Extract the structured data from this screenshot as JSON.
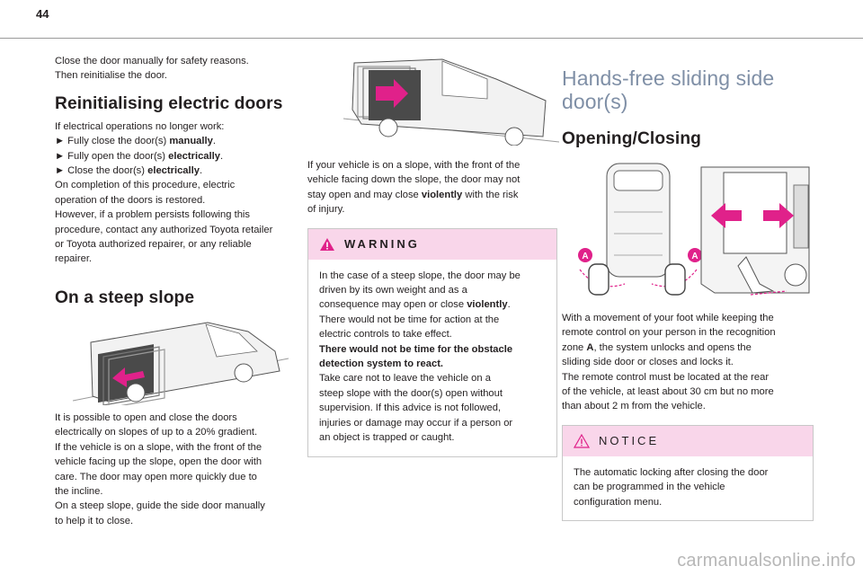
{
  "page_number": "44",
  "col1": {
    "intro": [
      "Close the door manually for safety reasons.",
      "Then reinitialise the door."
    ],
    "reinit_title": "Reinitialising electric doors",
    "reinit_lead": "If electrical operations no longer work:",
    "steps": [
      {
        "prefix": "► Fully close the door(s) ",
        "bold": "manually",
        "suffix": "."
      },
      {
        "prefix": "► Fully open the door(s) ",
        "bold": "electrically",
        "suffix": "."
      },
      {
        "prefix": "► Close the door(s) ",
        "bold": "electrically",
        "suffix": "."
      }
    ],
    "reinit_after": [
      "On completion of this procedure, electric",
      "operation of the doors is restored.",
      "However, if a problem persists following this",
      "procedure, contact any authorized Toyota retailer",
      "or Toyota authorized repairer, or any reliable",
      "repairer."
    ],
    "steep_title": "On a steep slope",
    "steep_text": [
      "It is possible to open and close the doors",
      "electrically on slopes of up to a 20% gradient.",
      "If the vehicle is on a slope, with the front of the",
      "vehicle facing up the slope, open the door with",
      "care. The door may open more quickly due to",
      "the incline.",
      "On a steep slope, guide the side door manually",
      "to help it to close."
    ]
  },
  "col2": {
    "slope_lines": [
      {
        "text": "If your vehicle is on a slope, with the front of the"
      },
      {
        "text": "vehicle facing down the slope, the door may not"
      },
      {
        "prefix": "stay open and may close ",
        "bold": "violently",
        "suffix": " with the risk"
      },
      {
        "text": "of injury."
      }
    ],
    "warning_title": "WARNING",
    "warning_lines": [
      {
        "text": "In the case of a steep slope, the door may be"
      },
      {
        "text": "driven by its own weight and as a"
      },
      {
        "prefix": "consequence may open or close ",
        "bold": "violently",
        "suffix": "."
      },
      {
        "text": "There would not be time for action at the"
      },
      {
        "text": "electric controls to take effect."
      },
      {
        "bold": "There would not be time for the obstacle"
      },
      {
        "bold": "detection system to react."
      },
      {
        "text": "Take care not to leave the vehicle on a"
      },
      {
        "text": "steep slope with the door(s) open without"
      },
      {
        "text": "supervision. If this advice is not followed,"
      },
      {
        "text": "injuries or damage may occur if a person or"
      },
      {
        "text": "an object is trapped or caught."
      }
    ]
  },
  "col3": {
    "title_line1": "Hands-free sliding side",
    "title_line2": "door(s)",
    "subtitle": "Opening/Closing",
    "zone_label": "A",
    "desc_lines": [
      {
        "text": "With a movement of your foot while keeping the"
      },
      {
        "text": "remote control on your person in the recognition"
      },
      {
        "prefix": "zone ",
        "bold": "A",
        "suffix": ", the system unlocks and opens the"
      },
      {
        "text": "sliding side door or closes and locks it."
      },
      {
        "text": "The remote control must be located at the rear"
      },
      {
        "text": "of the vehicle, at least about 30 cm but no more"
      },
      {
        "text": "than about 2 m from the vehicle."
      }
    ],
    "notice_title": "NOTICE",
    "notice_lines": [
      "The automatic locking after closing the door",
      "can be programmed in the vehicle",
      "configuration menu."
    ]
  },
  "watermark": "carmanualsonline.info",
  "colors": {
    "accent_title": "#7f8fa6",
    "box_header": "#f9d6ea",
    "arrow": "#e0218a"
  }
}
